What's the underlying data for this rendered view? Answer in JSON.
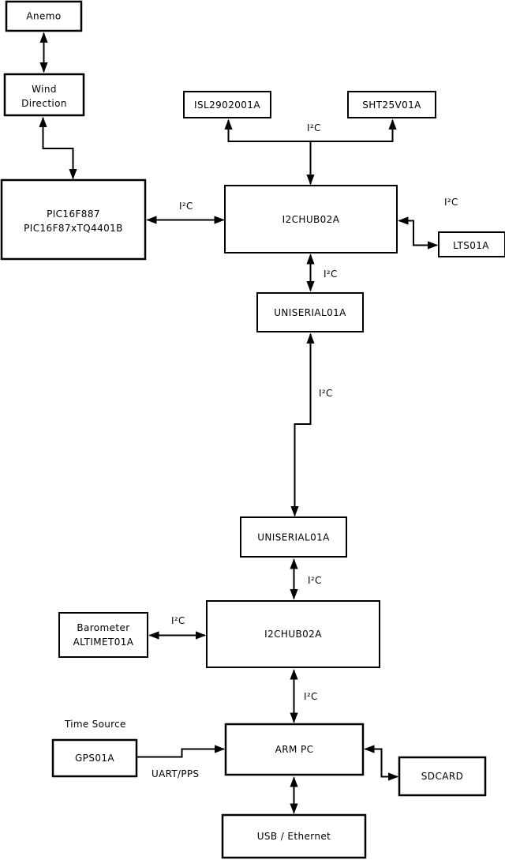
{
  "diagram": {
    "boxes": {
      "anemo": {
        "label": "Anemo"
      },
      "wind_direction": {
        "line1": "Wind",
        "line2": "Direction"
      },
      "pic": {
        "line1": "PIC16F887",
        "line2": "PIC16F87xTQ4401B"
      },
      "isl": {
        "label": "ISL2902001A"
      },
      "sht": {
        "label": "SHT25V01A"
      },
      "i2chub_top": {
        "label": "I2CHUB02A"
      },
      "lts": {
        "label": "LTS01A"
      },
      "uniserial_top": {
        "label": "UNISERIAL01A"
      },
      "uniserial_bottom": {
        "label": "UNISERIAL01A"
      },
      "i2chub_bottom": {
        "label": "I2CHUB02A"
      },
      "barometer": {
        "line1": "Barometer",
        "line2": "ALTIMET01A"
      },
      "gps": {
        "label": "GPS01A"
      },
      "arm_pc": {
        "label": "ARM PC"
      },
      "sdcard": {
        "label": "SDCARD"
      },
      "usb_ethernet": {
        "label": "USB / Ethernet"
      }
    },
    "labels": {
      "i2c": "I²C",
      "time_source": "Time Source",
      "uart_pps": "UART/PPS"
    },
    "colors": {
      "background": "#ffffff",
      "box_fill": "#ffffff",
      "line": "#000000",
      "text": "#000000"
    }
  }
}
